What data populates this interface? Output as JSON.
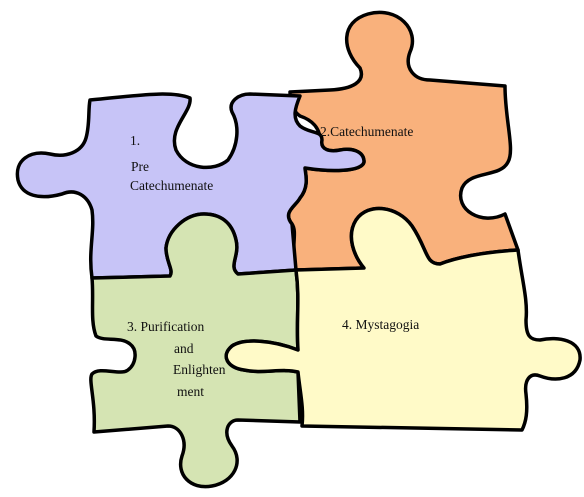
{
  "pieces": [
    {
      "id": "p1",
      "lines": [
        "1.",
        "Pre",
        "Catechumenate"
      ],
      "fill": "#c7c4f7"
    },
    {
      "id": "p2",
      "lines": [
        "2.Catechumenate"
      ],
      "fill": "#f9b17c"
    },
    {
      "id": "p3",
      "lines": [
        "3. Purification",
        "and",
        "Enlighten",
        "ment"
      ],
      "fill": "#d5e4b3"
    },
    {
      "id": "p4",
      "lines": [
        "4. Mystagogia"
      ],
      "fill": "#fffac8"
    }
  ]
}
